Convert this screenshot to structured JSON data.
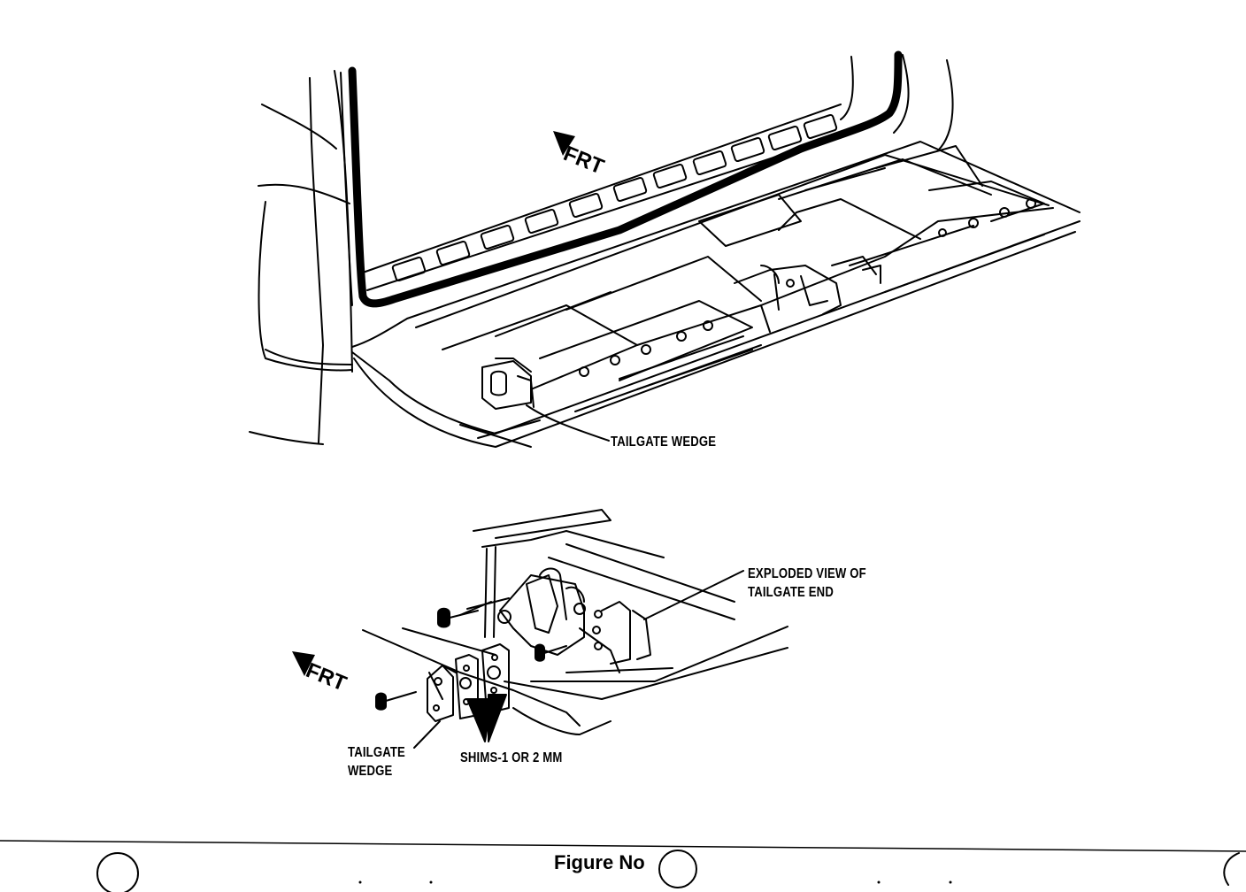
{
  "top_view": {
    "direction_label": "FRT",
    "wedge_label": "TAILGATE WEDGE"
  },
  "exploded_view": {
    "direction_label": "FRT",
    "title_line1": "EXPLODED VIEW OF",
    "title_line2": "TAILGATE END",
    "wedge_line1": "TAILGATE",
    "wedge_line2": "WEDGE",
    "shims_label": "SHIMS-1 OR 2 MM"
  },
  "footer": {
    "figure_label": "Figure No"
  }
}
